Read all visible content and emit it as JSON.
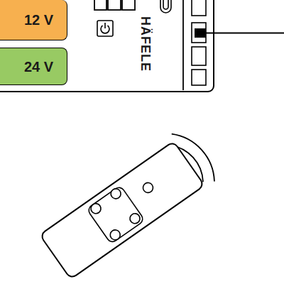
{
  "diagram": {
    "nodes": [
      {
        "text": [
          "HÄFELE"
        ]
      },
      {
        "text": [
          "12 V"
        ],
        "in": 0
      },
      {
        "text": [
          "24 V"
        ],
        "in": 0
      }
    ]
  }
}
